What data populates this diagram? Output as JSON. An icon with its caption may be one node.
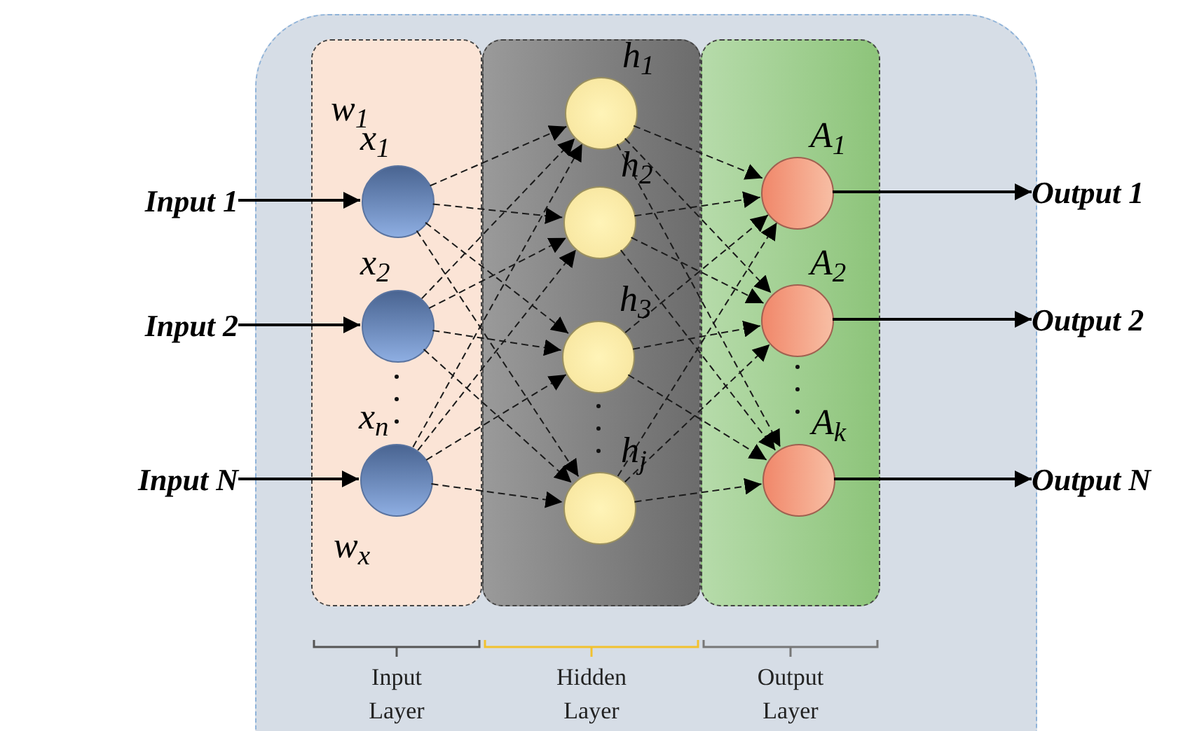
{
  "diagram": {
    "nodes": [
      {
        "text": [
          "Input 1"
        ]
      },
      {
        "text": [
          "Input 2"
        ]
      },
      {
        "text": [
          "Input N"
        ]
      },
      {
        "text": [
          "Input Layer"
        ]
      },
      {
        "text": [
          "Hidden Layer"
        ]
      },
      {
        "text": [
          "Output Layer"
        ]
      },
      {
        "text": [
          "x$_{1}$"
        ],
        "in": 3
      },
      {
        "text": [
          "x$_{2}$"
        ],
        "in": 3
      },
      {
        "text": [
          "x$_{n}$"
        ],
        "in": 3
      },
      {
        "text": [
          "h$_{1}$"
        ],
        "in": 4
      },
      {
        "text": [
          "h$_{2}$"
        ],
        "in": 4
      },
      {
        "text": [
          "h$_{3}$"
        ],
        "in": 4
      },
      {
        "text": [
          "h$_{j}$"
        ],
        "in": 4
      },
      {
        "text": [
          "A$_{1}$"
        ],
        "in": 5
      },
      {
        "text": [
          "A$_{2}$"
        ],
        "in": 5
      },
      {
        "text": [
          "A$_{k}$"
        ],
        "in": 5
      },
      {
        "text": [
          "Output 1"
        ]
      },
      {
        "text": [
          "Output 2"
        ]
      },
      {
        "text": [
          "Output N"
        ]
      }
    ],
    "edges": [
      {
        "from": 0,
        "to": 6,
        "arrow": "to"
      },
      {
        "from": 1,
        "to": 7,
        "arrow": "to"
      },
      {
        "from": 2,
        "to": 8,
        "arrow": "to"
      },
      {
        "from": 6,
        "to": 9,
        "arrow": "to",
        "style": "dashed"
      },
      {
        "from": 6,
        "to": 10,
        "arrow": "to",
        "style": "dashed"
      },
      {
        "from": 6,
        "to": 11,
        "arrow": "to",
        "style": "dashed"
      },
      {
        "from": 6,
        "to": 12,
        "arrow": "to",
        "style": "dashed"
      },
      {
        "from": 7,
        "to": 9,
        "arrow": "to",
        "style": "dashed"
      },
      {
        "from": 7,
        "to": 10,
        "arrow": "to",
        "style": "dashed"
      },
      {
        "from": 7,
        "to": 11,
        "arrow": "to",
        "style": "dashed"
      },
      {
        "from": 7,
        "to": 12,
        "arrow": "to",
        "style": "dashed"
      },
      {
        "from": 8,
        "to": 9,
        "arrow": "to",
        "style": "dashed"
      },
      {
        "from": 8,
        "to": 10,
        "arrow": "to",
        "style": "dashed"
      },
      {
        "from": 8,
        "to": 11,
        "arrow": "to",
        "style": "dashed"
      },
      {
        "from": 8,
        "to": 12,
        "arrow": "to",
        "style": "dashed"
      },
      {
        "from": 9,
        "to": 13,
        "arrow": "to",
        "style": "dashed"
      },
      {
        "from": 9,
        "to": 14,
        "arrow": "to",
        "style": "dashed"
      },
      {
        "from": 9,
        "to": 15,
        "arrow": "to",
        "style": "dashed"
      },
      {
        "from": 10,
        "to": 13,
        "arrow": "to",
        "style": "dashed"
      },
      {
        "from": 10,
        "to": 14,
        "arrow": "to",
        "style": "dashed"
      },
      {
        "from": 10,
        "to": 15,
        "arrow": "to",
        "style": "dashed"
      },
      {
        "from": 11,
        "to": 13,
        "arrow": "to",
        "style": "dashed"
      },
      {
        "from": 11,
        "to": 14,
        "arrow": "to",
        "style": "dashed"
      },
      {
        "from": 11,
        "to": 15,
        "arrow": "to",
        "style": "dashed"
      },
      {
        "from": 12,
        "to": 13,
        "arrow": "to",
        "style": "dashed"
      },
      {
        "from": 12,
        "to": 14,
        "arrow": "to",
        "style": "dashed"
      },
      {
        "from": 12,
        "to": 15,
        "arrow": "to",
        "style": "dashed"
      },
      {
        "from": 13,
        "to": 16,
        "arrow": "to"
      },
      {
        "from": 14,
        "to": 17,
        "arrow": "to"
      },
      {
        "from": 15,
        "to": 18,
        "arrow": "to"
      }
    ],
    "labels": [
      "w$_{1}$",
      "w$_{x}$"
    ]
  }
}
